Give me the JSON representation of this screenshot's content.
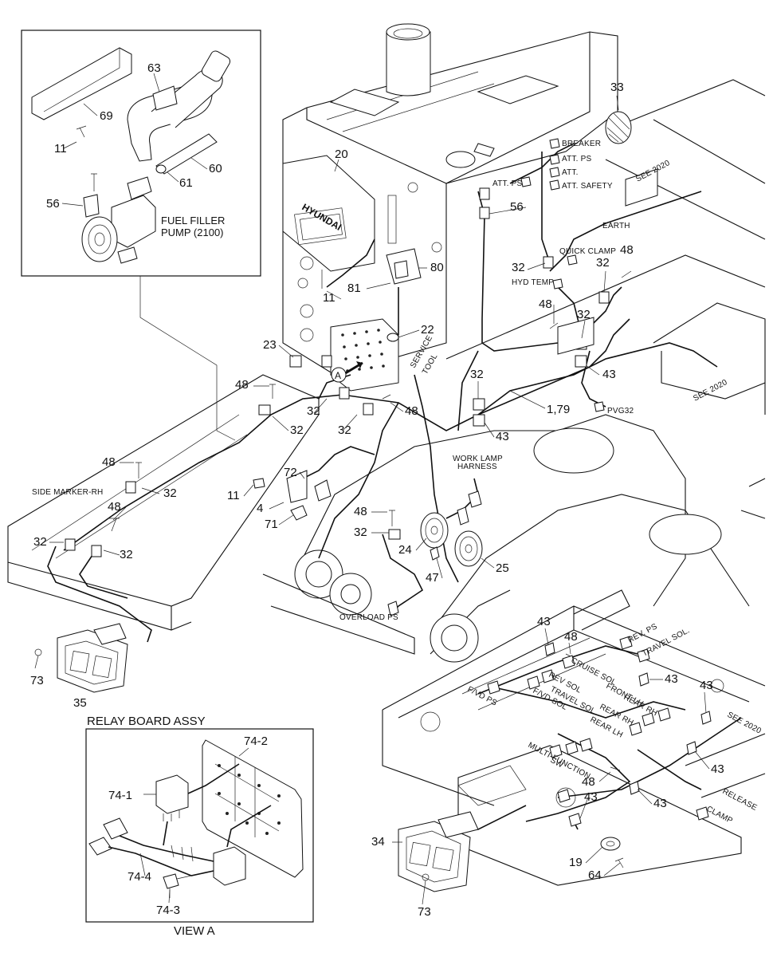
{
  "labels": {
    "top_inset": {
      "p63": "63",
      "p69": "69",
      "p11": "11",
      "p60": "60",
      "p61": "61",
      "p56": "56",
      "fuel_filler_1": "FUEL FILLER",
      "fuel_filler_2": "PUMP (2100)"
    },
    "engine": {
      "p20": "20",
      "brand": "HYUNDAI",
      "p80": "80",
      "p81": "81",
      "p11": "11",
      "p22": "22",
      "p23": "23",
      "view_a": "A",
      "service": "SERVICE",
      "tool": "TOOL"
    },
    "upper_right": {
      "p33": "33",
      "breaker": "BREAKER",
      "att_ps": "ATT. PS",
      "att": "ATT.",
      "att_safety": "ATT. SAFETY",
      "att_ps2": "ATT. PS",
      "p56": "56",
      "see2020_a": "SEE 2020",
      "earth": "EARTH",
      "quick_clamp": "QUICK CLAMP",
      "p32a": "32",
      "p32b": "32",
      "p48a": "48",
      "hyd_temp": "HYD TEMP",
      "p48b": "48",
      "p32c": "32",
      "p43a": "43",
      "see2020_b": "SEE 2020",
      "p1_79": "1,79",
      "pvg32": "PVG32",
      "p32d": "32",
      "p43b": "43"
    },
    "left_frame": {
      "p48a": "48",
      "p32a": "32",
      "p32b": "32",
      "p32c": "32",
      "p48b": "48",
      "p48c": "48",
      "p32d": "32",
      "side_marker": "SIDE MARKER-RH",
      "p48d": "48",
      "p32e": "32",
      "p32f": "32",
      "p72": "72",
      "p11": "11",
      "p4": "4",
      "p71": "71",
      "work_lamp_1": "WORK LAMP",
      "work_lamp_2": "HARNESS",
      "p48e": "48",
      "p32g": "32",
      "p24": "24",
      "p25": "25",
      "p47": "47",
      "overload": "OVERLOAD PS",
      "p73a": "73",
      "p35": "35"
    },
    "lower_right": {
      "p43a": "43",
      "p48a": "48",
      "rev_ps": "REV. PS",
      "travel_sol": "TRAVEL SOL.",
      "cruise_sol": "CRUISE SOL",
      "rev_sol": "REV SOL",
      "p43b": "43",
      "p43c": "43",
      "fwd_ps": "F/VD PS",
      "fwd_sol": "F/VD SOL",
      "travel_sol2": "TRAVEL SOL",
      "front_lh": "FRONT LH",
      "rear_rh": "REAR RH",
      "rear_rh2": "REAR RH",
      "rear_lh": "REAR LH",
      "see2020": "SEE 2020",
      "multi_1": "MULTI-FUNCTION",
      "multi_2": "SW",
      "p43d": "43",
      "p48b": "48",
      "p43e": "43",
      "p43f": "43",
      "release": "RELEASE",
      "clamp": "CLAMP",
      "p34": "34",
      "p19": "19",
      "p64": "64",
      "p73b": "73"
    },
    "relay": {
      "title": "RELAY BOARD ASSY",
      "p74_2": "74-2",
      "p74_1": "74-1",
      "p74_4": "74-4",
      "p74_3": "74-3",
      "view_a": "VIEW A"
    }
  }
}
